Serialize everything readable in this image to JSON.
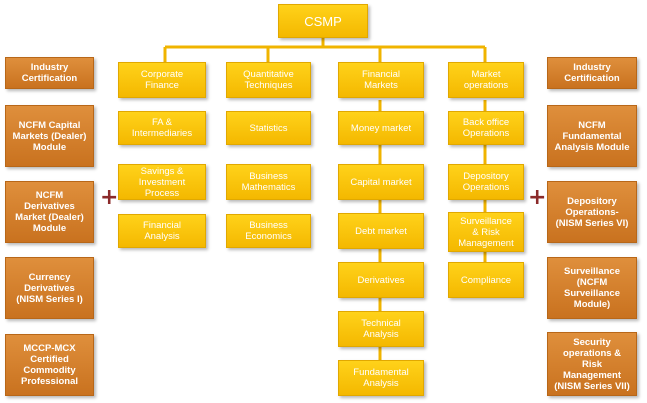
{
  "root": {
    "label": "CSMP"
  },
  "left_column": [
    {
      "label": "Industry\nCertification"
    },
    {
      "label": "NCFM Capital\nMarkets (Dealer)\nModule"
    },
    {
      "label": "NCFM\nDerivatives\nMarket (Dealer)\nModule"
    },
    {
      "label": "Currency\nDerivatives\n(NISM Series I)"
    },
    {
      "label": "MCCP-MCX\nCertified\nCommodity\nProfessional"
    }
  ],
  "right_column": [
    {
      "label": "Industry\nCertification"
    },
    {
      "label": "NCFM\nFundamental\nAnalysis Module"
    },
    {
      "label": "Depository\nOperations-\n(NISM Series VI)"
    },
    {
      "label": "Surveillance\n(NCFM\nSurveillance\nModule)"
    },
    {
      "label": "Security\noperations &\nRisk\nManagement\n(NISM Series VII)"
    }
  ],
  "branches": [
    {
      "header": "Corporate\nFinance",
      "items": [
        "FA  &\nIntermediaries",
        "Savings &\nInvestment\nProcess",
        "Financial\nAnalysis"
      ]
    },
    {
      "header": "Quantitative\nTechniques",
      "items": [
        "Statistics",
        "Business\nMathematics",
        "Business\nEconomics"
      ]
    },
    {
      "header": "Financial\nMarkets",
      "items": [
        "Money market",
        "Capital market",
        "Debt market",
        "Derivatives",
        "Technical\nAnalysis",
        "Fundamental\nAnalysis"
      ]
    },
    {
      "header": "Market\noperations",
      "items": [
        "Back office\nOperations",
        "Depository\nOperations",
        "Surveillance\n& Risk\nManagement",
        "Compliance"
      ]
    }
  ],
  "connectors": {
    "plus_left": "+",
    "plus_right": "+"
  },
  "colors": {
    "yellow": "#f4b800",
    "orange": "#c9721f",
    "line": "#f0b400",
    "plus": "#8b2a2a"
  }
}
